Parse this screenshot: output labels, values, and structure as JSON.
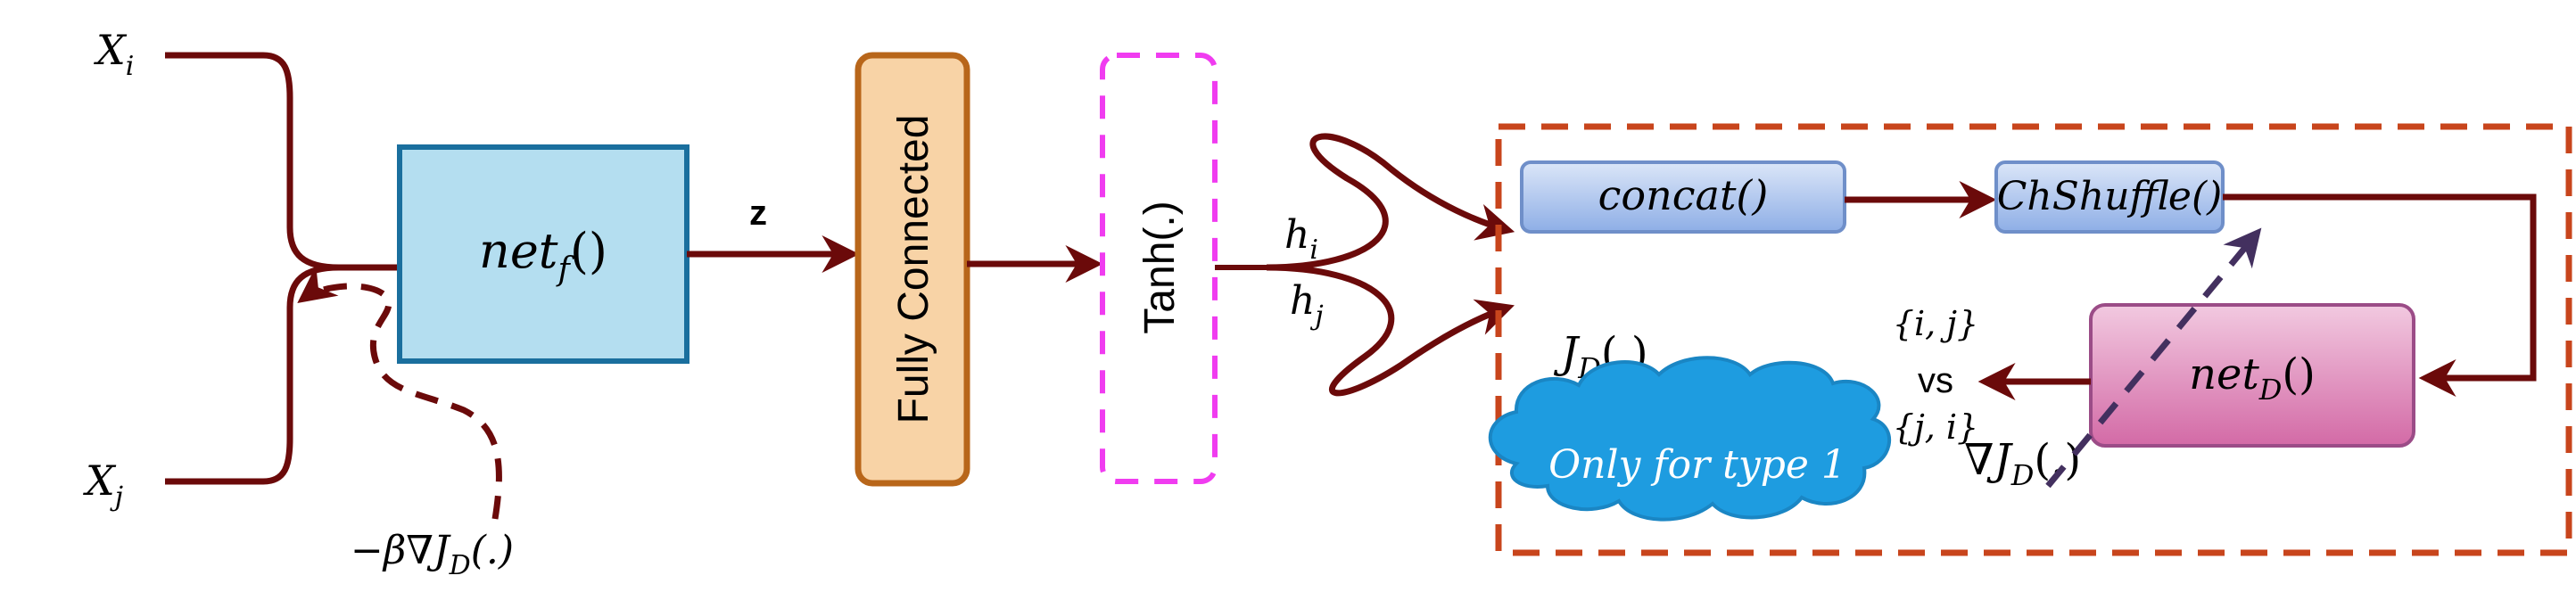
{
  "inputs": {
    "xi": {
      "base": "X",
      "sub": "i"
    },
    "xj": {
      "base": "X",
      "sub": "j"
    }
  },
  "gradient_label": {
    "prefix": "−β∇J",
    "sub": "D",
    "suffix": "(.)"
  },
  "feature_net": {
    "base": "net",
    "sub": "f",
    "suffix": "()"
  },
  "z_label": "z",
  "fc_label": "Fully Connected",
  "tanh_label": "Tanh(.)",
  "h_labels": {
    "hi": {
      "base": "h",
      "sub": "i"
    },
    "hj": {
      "base": "h",
      "sub": "j"
    }
  },
  "concat_label": "concat()",
  "chshuffle_label": "ChShuffle()",
  "netd": {
    "base": "net",
    "sub": "D",
    "suffix": "()"
  },
  "jd_label": {
    "base": "J",
    "sub": "D",
    "suffix": "(.)"
  },
  "cloud_label": "Only for type 1",
  "pairs": {
    "top": "{i, j}",
    "vs": "vs",
    "bottom": "{j, i}"
  },
  "grad_jd_label": {
    "prefix": "∇J",
    "sub": "D",
    "suffix": "(.)"
  },
  "colors": {
    "arrow": "#6b0a0a",
    "netf_fill": "#b4def0",
    "netf_stroke": "#1a6f9e",
    "fc_fill": "#f8d3a6",
    "fc_stroke": "#b8661a",
    "tanh_border": "#f03cf0",
    "dashed_region": "#c8451c",
    "blue_box_top": "#dbe6f8",
    "blue_box_bottom": "#8eaee6",
    "blue_box_stroke": "#6f8fc9",
    "pink_box_top": "#f2c9e0",
    "pink_box_bottom": "#d36aa6",
    "pink_box_stroke": "#9b4c87",
    "cloud_fill": "#1e9ce0",
    "cloud_stroke": "#1a86c4",
    "purple_dashed": "#43305f"
  }
}
